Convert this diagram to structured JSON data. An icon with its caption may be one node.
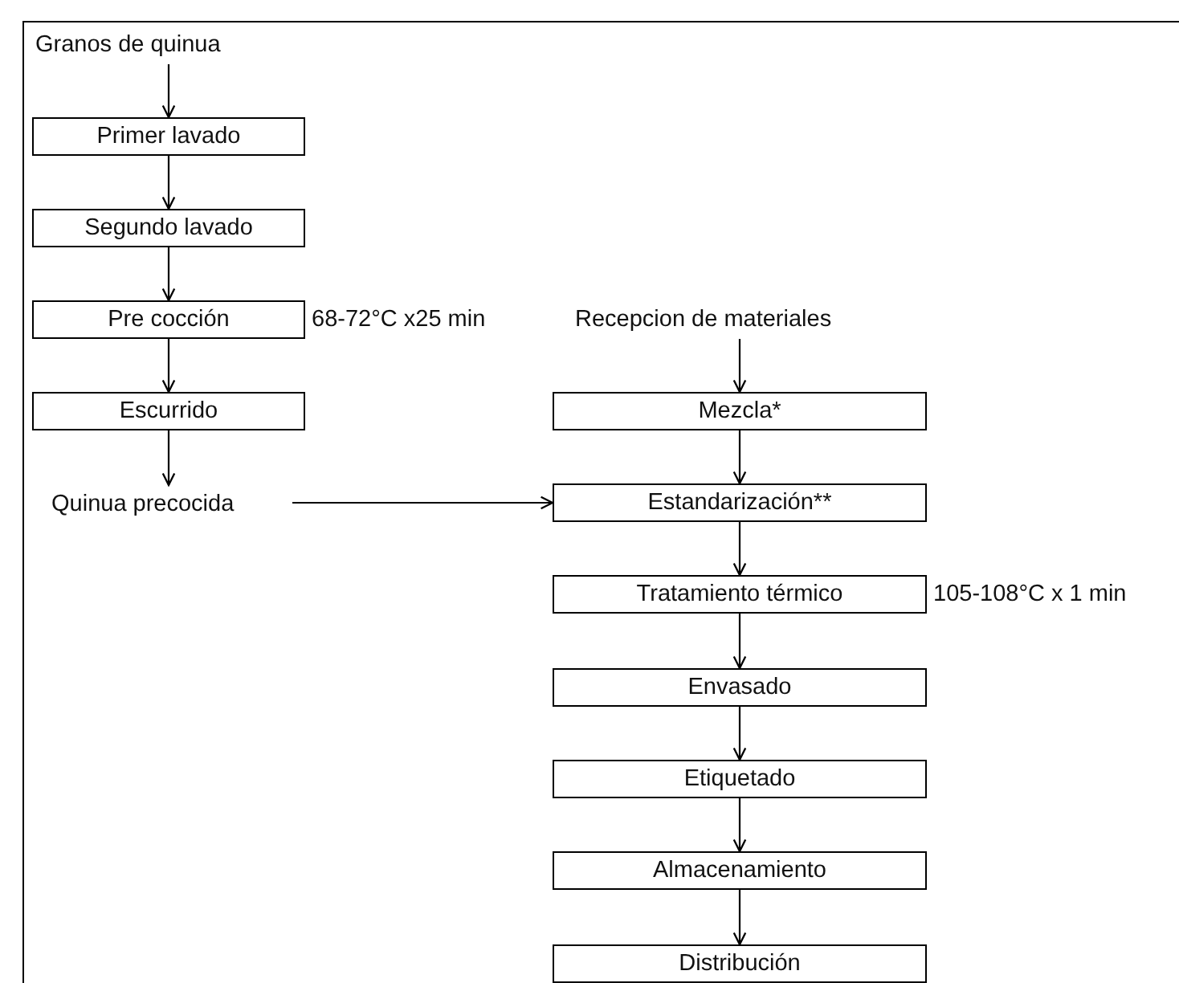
{
  "diagram": {
    "nodes": [
      {
        "text": [
          "Granos de quinua"
        ]
      },
      {
        "text": [
          "Primer lavado"
        ]
      },
      {
        "text": [
          "Segundo lavado"
        ]
      },
      {
        "text": [
          "Pre cocción"
        ],
        "beside": [
          "68-72°C x25 min"
        ]
      },
      {
        "text": [
          "Escurrido"
        ]
      },
      {
        "text": [
          "Quinua precocida"
        ]
      },
      {
        "text": [
          "Recepcion de materiales"
        ]
      },
      {
        "text": [
          "Mezcla*"
        ]
      },
      {
        "text": [
          "Estandarización**"
        ]
      },
      {
        "text": [
          "Tratamiento térmico"
        ],
        "beside": [
          "105-108°C x 1 min"
        ]
      },
      {
        "text": [
          "Envasado"
        ]
      },
      {
        "text": [
          "Etiquetado"
        ]
      },
      {
        "text": [
          "Almacenamiento"
        ]
      },
      {
        "text": [
          "Distribución"
        ]
      }
    ],
    "edges": [
      {
        "from": 0,
        "to": 1,
        "arrow": "to"
      },
      {
        "from": 1,
        "to": 2,
        "arrow": "to"
      },
      {
        "from": 2,
        "to": 3,
        "arrow": "to"
      },
      {
        "from": 3,
        "to": 4,
        "arrow": "to"
      },
      {
        "from": 4,
        "to": 5,
        "arrow": "to"
      },
      {
        "from": 5,
        "to": 8,
        "arrow": "to"
      },
      {
        "from": 6,
        "to": 7,
        "arrow": "to"
      },
      {
        "from": 7,
        "to": 8,
        "arrow": "to"
      },
      {
        "from": 8,
        "to": 9,
        "arrow": "to"
      },
      {
        "from": 9,
        "to": 10,
        "arrow": "to"
      },
      {
        "from": 10,
        "to": 11,
        "arrow": "to"
      },
      {
        "from": 11,
        "to": 12,
        "arrow": "to"
      },
      {
        "from": 12,
        "to": 13,
        "arrow": "to"
      }
    ]
  }
}
